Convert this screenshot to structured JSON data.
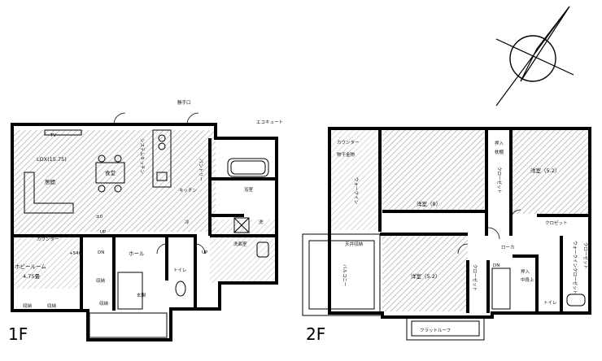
{
  "floor1": {
    "floor_label": "1F",
    "rooms": {
      "ldx": "LDX(15.75)",
      "tv": "TV",
      "living": "居間",
      "dining": "食堂",
      "kitchen": "キッチン",
      "hobby_room": "ホビールーム",
      "hobby_size": "4.75畳",
      "counter": "カウンター",
      "hall": "ホール",
      "entrance": "玄関",
      "toilet": "トイレ",
      "washroom": "洗面室",
      "bathroom": "浴室",
      "kitchen_counter": "システムキッチン",
      "pantry": "パントリー",
      "fridge": "冷",
      "washer": "洗"
    },
    "marks": {
      "level_zero": "±0",
      "level_540": "+540",
      "up": "UP",
      "up2": "UP",
      "dn": "DN",
      "storage1": "収納",
      "storage2": "収納",
      "storage3": "収納",
      "storage4": "収納",
      "back_door": "勝手口",
      "eco_cute": "エコキュート"
    }
  },
  "floor2": {
    "floor_label": "2F",
    "rooms": {
      "counter": "カウンター",
      "drying": "物干金物",
      "western_8": "洋室（8）",
      "western_52_top": "洋室（5.2）",
      "western_52_bottom": "洋室（5.2）",
      "balcony": "バルコニー",
      "flat_roof": "フラットルーフ",
      "corridor": "ローカ",
      "closet": "クロゼット",
      "toilet": "トイレ",
      "storage_ceiling": "天井収納",
      "walk_in": "ウォークイン",
      "wardrobe": "ウォークインクローゼット"
    },
    "marks": {
      "oshiire": "押入",
      "oshiire_sub": "枕棚",
      "oshiire2": "押入",
      "oshiire2_sub": "中段上",
      "dn": "DN",
      "closet_a": "クローゼット",
      "closet_b": "クローゼット",
      "closet_c": "クローゼット"
    }
  },
  "compass": {
    "icon": "north-arrow-icon"
  }
}
